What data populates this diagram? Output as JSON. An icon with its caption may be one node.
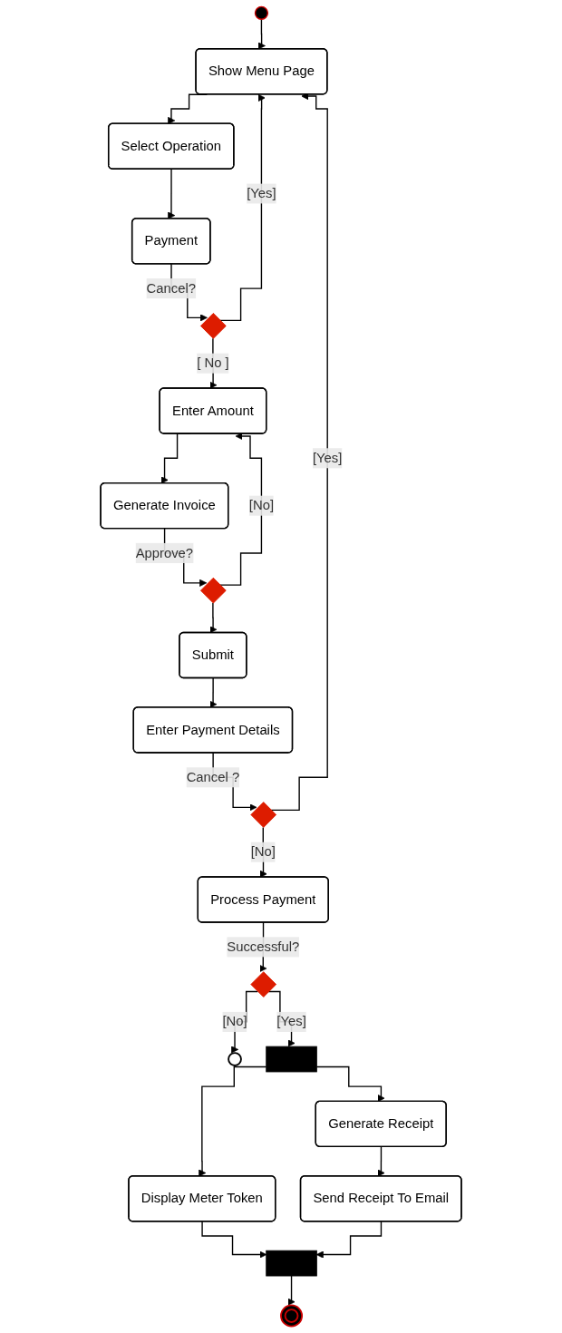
{
  "diagram": {
    "nodes": [
      {
        "text": [],
        "shape": "circle"
      },
      {
        "text": [
          "Show Menu Page"
        ]
      },
      {
        "text": [
          "Select Operation"
        ]
      },
      {
        "text": [
          "Payment"
        ]
      },
      {
        "text": [],
        "shape": "diamond"
      },
      {
        "text": [
          "Enter Amount"
        ]
      },
      {
        "text": [
          "Generate Invoice"
        ]
      },
      {
        "text": [],
        "shape": "diamond"
      },
      {
        "text": [
          "Submit"
        ]
      },
      {
        "text": [
          "Enter Payment Details"
        ]
      },
      {
        "text": [],
        "shape": "diamond"
      },
      {
        "text": [
          "Process Payment"
        ]
      },
      {
        "text": [],
        "shape": "diamond"
      },
      {
        "text": [],
        "shape": "circle"
      },
      {
        "text": [],
        "shape": "bar"
      },
      {
        "text": [
          "Display Meter Token"
        ]
      },
      {
        "text": [
          "Generate Receipt"
        ]
      },
      {
        "text": [
          "Send Receipt To Email"
        ]
      },
      {
        "text": [],
        "shape": "bar"
      },
      {
        "text": [],
        "shape": "circle"
      }
    ],
    "edges": [
      {
        "from": 0,
        "to": 1,
        "arrow": "to"
      },
      {
        "from": 1,
        "to": 2,
        "arrow": "to"
      },
      {
        "from": 2,
        "to": 3,
        "arrow": "to"
      },
      {
        "from": 3,
        "to": 4,
        "label": "Cancel?",
        "arrow": "to"
      },
      {
        "from": 4,
        "to": 1,
        "label": "[Yes]",
        "arrow": "to"
      },
      {
        "from": 4,
        "to": 5,
        "label": "[ No ]",
        "arrow": "to"
      },
      {
        "from": 5,
        "to": 6,
        "arrow": "to"
      },
      {
        "from": 6,
        "to": 7,
        "label": "Approve?",
        "arrow": "to"
      },
      {
        "from": 7,
        "to": 5,
        "label": "[No]",
        "arrow": "to"
      },
      {
        "from": 7,
        "to": 8,
        "arrow": "to"
      },
      {
        "from": 8,
        "to": 9,
        "arrow": "to"
      },
      {
        "from": 9,
        "to": 10,
        "label": "Cancel ?",
        "arrow": "to"
      },
      {
        "from": 10,
        "to": 1,
        "label": "[Yes]",
        "arrow": "to"
      },
      {
        "from": 10,
        "to": 11,
        "label": "[No]",
        "arrow": "to"
      },
      {
        "from": 11,
        "to": 12,
        "label": "Successful?",
        "arrow": "to"
      },
      {
        "from": 12,
        "to": 13,
        "label": "[No]",
        "arrow": "to"
      },
      {
        "from": 12,
        "to": 14,
        "label": "[Yes]",
        "arrow": "to"
      },
      {
        "from": 14,
        "to": 15,
        "arrow": "to"
      },
      {
        "from": 14,
        "to": 16,
        "arrow": "to"
      },
      {
        "from": 16,
        "to": 17,
        "arrow": "to"
      },
      {
        "from": 15,
        "to": 18,
        "arrow": "to"
      },
      {
        "from": 17,
        "to": 18,
        "arrow": "to"
      },
      {
        "from": 18,
        "to": 19,
        "arrow": "to"
      }
    ]
  }
}
